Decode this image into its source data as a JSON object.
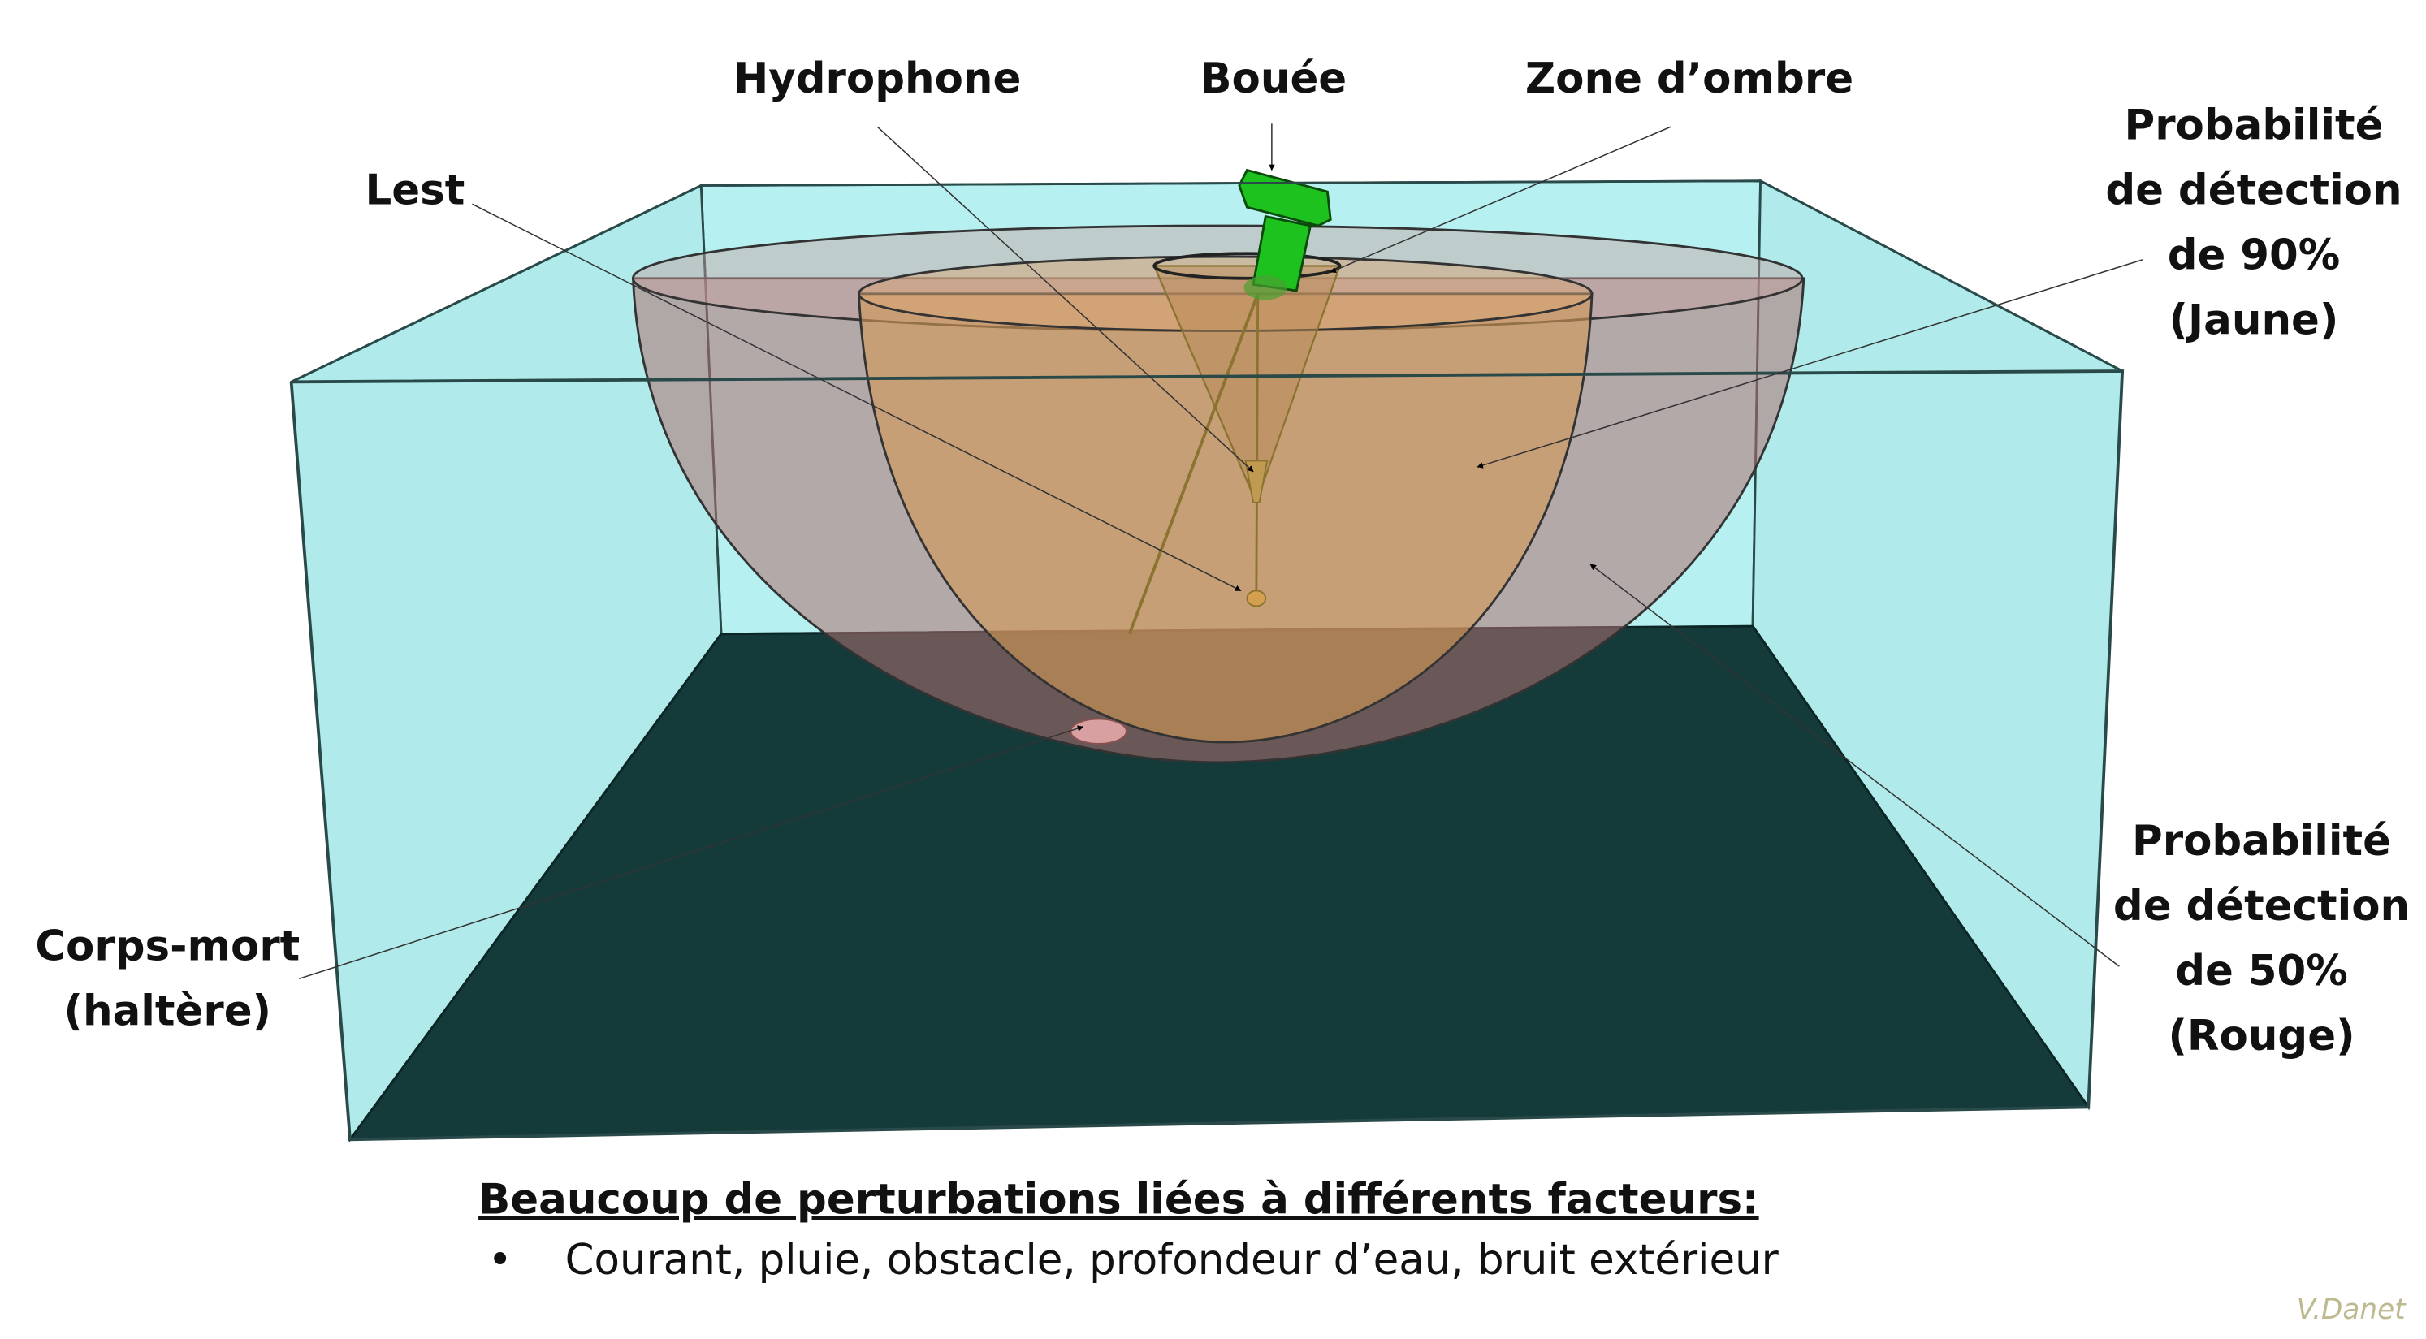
{
  "labels": {
    "hydrophone": "Hydrophone",
    "bouee": "Bouée",
    "zone_ombre": "Zone d’ombre",
    "lest": "Lest",
    "prob90": [
      "Probabilité",
      "de détection",
      "de 90%",
      "(Jaune)"
    ],
    "prob50": [
      "Probabilité",
      "de détection",
      "de 50%",
      "(Rouge)"
    ],
    "corps_mort": [
      "Corps-mort",
      "(haltère)"
    ]
  },
  "caption": {
    "title": "Beaucoup de perturbations liées à différents facteurs:",
    "bullet": "•",
    "items": "Courant, pluie, obstacle, profondeur d’eau, bruit extérieur"
  },
  "signature": "V.Danet",
  "colors": {
    "water": "#b0ecec",
    "floor": "#143a3a",
    "zone50": "#b07070",
    "zone90": "#d49a55",
    "buoy": "#1ec21e"
  }
}
